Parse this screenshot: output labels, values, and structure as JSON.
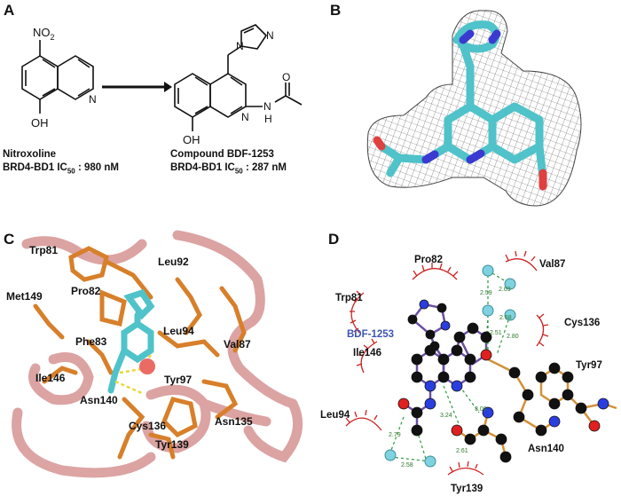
{
  "panels": {
    "A": {
      "label": "A",
      "left_compound": {
        "name": "Nitroxoline",
        "assay": "BRD4-BD1 IC",
        "sub": "50",
        "value": " : 980 nM",
        "atoms": {
          "no2": "NO",
          "no2_sub": "2",
          "oh": "OH",
          "n": "N"
        }
      },
      "right_compound": {
        "name": "Compound BDF-1253",
        "assay": "BRD4-BD1 IC",
        "sub": "50",
        "value": " : 287 nM",
        "atoms": {
          "oh": "OH",
          "n1": "N",
          "n2": "N",
          "nh": "N",
          "h": "H",
          "o": "O",
          "im_n1": "N",
          "im_n2": "N"
        }
      }
    },
    "B": {
      "label": "B"
    },
    "C": {
      "label": "C",
      "residues": [
        "Trp81",
        "Pro82",
        "Leu92",
        "Met149",
        "Phe83",
        "Leu94",
        "Val87",
        "Ile146",
        "Tyr97",
        "Asn140",
        "Cys136",
        "Asn135",
        "Tyr139"
      ]
    },
    "D": {
      "label": "D",
      "ligand": "BDF-1253",
      "residues": [
        "Pro82",
        "Val87",
        "Trp81",
        "Cys136",
        "Ile146",
        "Tyr97",
        "Leu94",
        "Asn140",
        "Tyr139"
      ],
      "distances": [
        "2.59",
        "2.69",
        "2.68",
        "2.51",
        "2.80",
        "3.06",
        "3.24",
        "2.61",
        "2.79",
        "2.58"
      ]
    }
  },
  "colors": {
    "ligand_cyan": "#4fc3c9",
    "protein_orange": "#d77f2a",
    "ribbon_pink": "#d99a9a",
    "hbond_green": "#2a9a3a",
    "hydrophobic_red": "#cc2222",
    "ligand_label_blue": "#3d55b5"
  }
}
